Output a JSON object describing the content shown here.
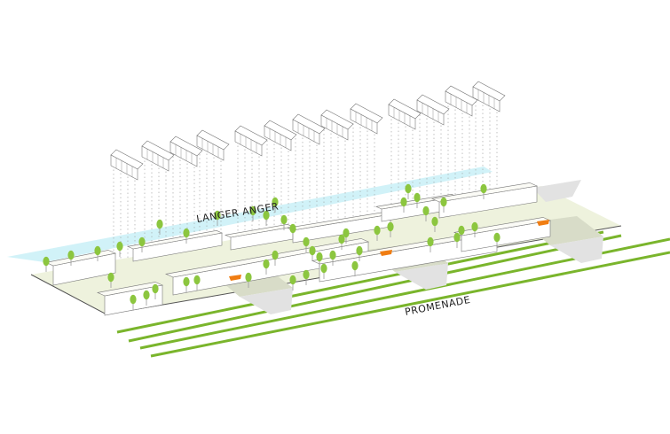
{
  "labels": {
    "street_north": "LANGER ANGER",
    "street_south": "PROMENADE"
  },
  "colors": {
    "ground": "#eef2dd",
    "ground_edge": "#555555",
    "stream": "#c9f0f7",
    "promenade_lines": "#7ab52c",
    "tree": "#8cc63f",
    "tree_dark": "#6fa82a",
    "building_fill": "#ffffff",
    "building_stroke": "#777777",
    "plaza": "#d8dcc8",
    "shadow": "#e2e2e2",
    "accent": "#f07d12",
    "dotted_lines": "#9a9a9a"
  },
  "diagram": {
    "floating_module_blocks": 13,
    "promenade_stripes": 4,
    "entrance_plazas": 3,
    "accent_markers": 3
  }
}
